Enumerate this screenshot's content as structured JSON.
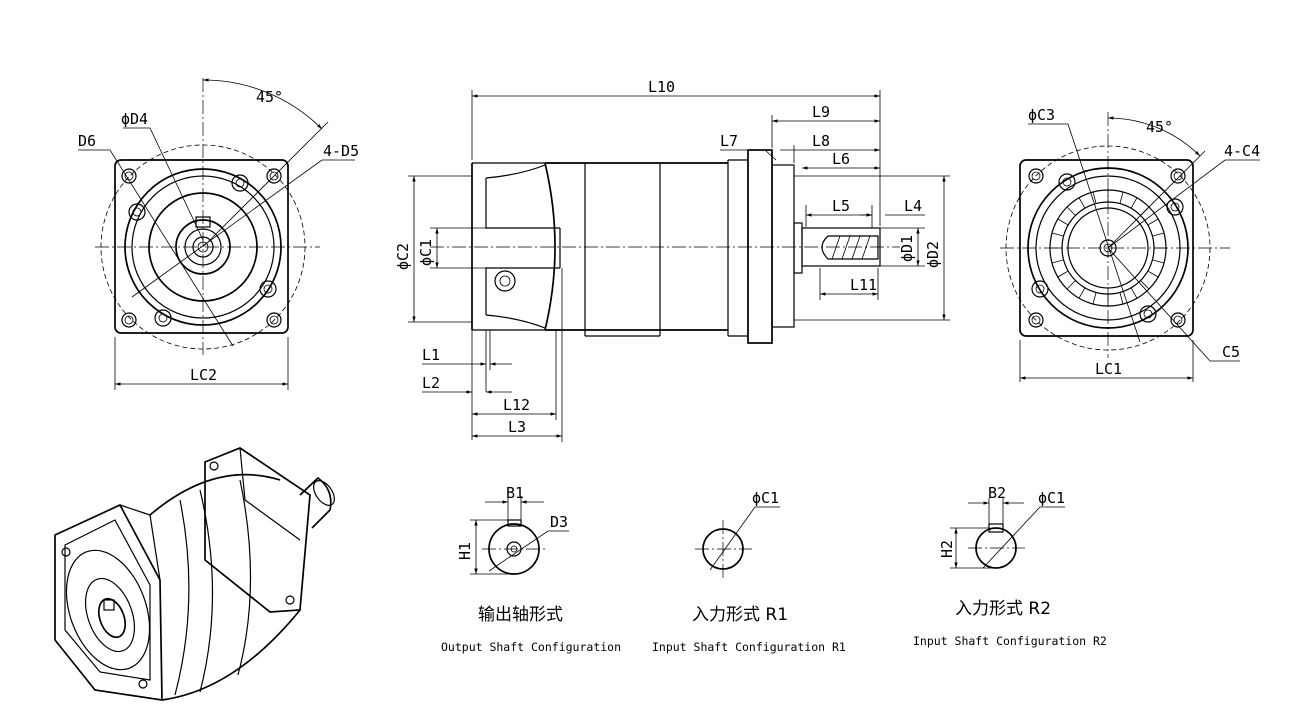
{
  "labels": {
    "front_left": {
      "d6": "D6",
      "phi_d4": "ϕD4",
      "angle": "45°",
      "holes": "4-D5",
      "width": "LC2"
    },
    "side_view": {
      "l10": "L10",
      "l9": "L9",
      "l8": "L8",
      "l7": "L7",
      "l6": "L6",
      "l5": "L5",
      "l4": "L4",
      "l11": "L11",
      "l1": "L1",
      "l2": "L2",
      "l12": "L12",
      "l3": "L3",
      "phi_c2": "ϕC2",
      "phi_c1": "ϕC1",
      "phi_d1": "ϕD1",
      "phi_d2": "ϕD2"
    },
    "front_right": {
      "phi_c3": "ϕC3",
      "angle": "45°",
      "holes": "4-C4",
      "c5": "C5",
      "width": "LC1"
    },
    "output_shaft": {
      "b1": "B1",
      "h1": "H1",
      "d3": "D3",
      "title_cn": "输出轴形式",
      "title_en": "Output Shaft Configuration"
    },
    "input_r1": {
      "phi_c1": "ϕC1",
      "title_cn": "入力形式 R1",
      "title_en": "Input Shaft Configuration R1"
    },
    "input_r2": {
      "b2": "B2",
      "phi_c1": "ϕC1",
      "h2": "H2",
      "title_cn": "入力形式 R2",
      "title_en": "Input Shaft Configuration R2"
    }
  }
}
